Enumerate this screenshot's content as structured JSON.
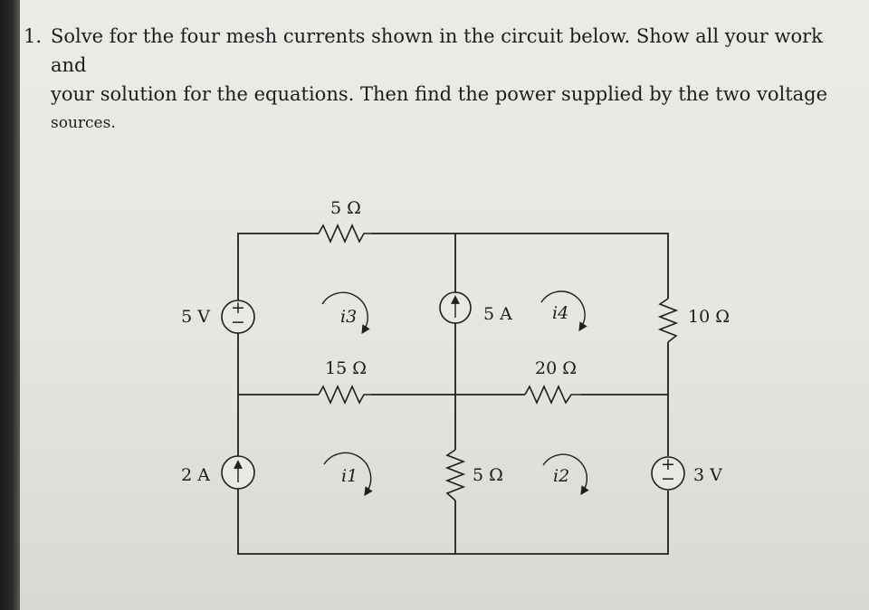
{
  "problem": {
    "number": "1.",
    "text_line1": "Solve for the four mesh currents shown in the circuit below. Show all your work and",
    "text_line2": "your solution for the equations. Then find the power supplied by the two voltage",
    "text_line3": "sources."
  },
  "circuit": {
    "resistor_top": "5 Ω",
    "resistor_mid_left": "15 Ω",
    "resistor_mid_right": "20 Ω",
    "resistor_right": "10 Ω",
    "resistor_bottom_center": "5 Ω",
    "voltage_source_left": "5 V",
    "voltage_source_right": "3 V",
    "current_source_left": "2 A",
    "current_source_center": "5 A",
    "mesh_1": "i1",
    "mesh_2": "i2",
    "mesh_3": "i3",
    "mesh_4": "i4",
    "plus_sign": "+",
    "minus_sign": "−"
  }
}
